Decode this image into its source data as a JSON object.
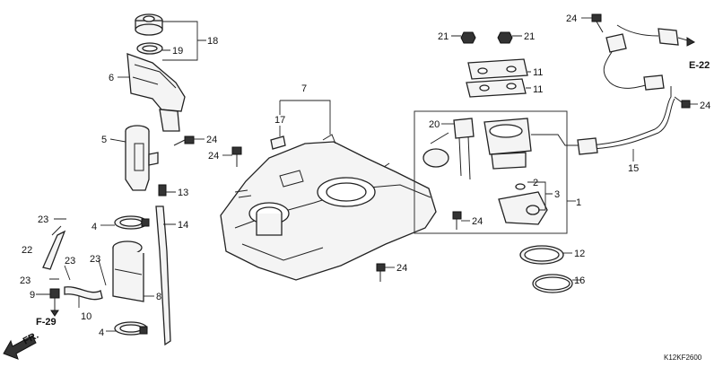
{
  "diagram": {
    "catalog_code": "K12KF2600",
    "direction_label": "FR.",
    "callouts": [
      {
        "id": "c1",
        "text": "1"
      },
      {
        "id": "c2",
        "text": "2"
      },
      {
        "id": "c3",
        "text": "3"
      },
      {
        "id": "c4a",
        "text": "4"
      },
      {
        "id": "c4b",
        "text": "4"
      },
      {
        "id": "c5",
        "text": "5"
      },
      {
        "id": "c6",
        "text": "6"
      },
      {
        "id": "c7",
        "text": "7"
      },
      {
        "id": "c8",
        "text": "8"
      },
      {
        "id": "c9",
        "text": "9"
      },
      {
        "id": "c10",
        "text": "10"
      },
      {
        "id": "c11a",
        "text": "11"
      },
      {
        "id": "c11b",
        "text": "11"
      },
      {
        "id": "c12",
        "text": "12"
      },
      {
        "id": "c13",
        "text": "13"
      },
      {
        "id": "c14",
        "text": "14"
      },
      {
        "id": "c15",
        "text": "15"
      },
      {
        "id": "c16",
        "text": "16"
      },
      {
        "id": "c17",
        "text": "17"
      },
      {
        "id": "c18",
        "text": "18"
      },
      {
        "id": "c19",
        "text": "19"
      },
      {
        "id": "c20",
        "text": "20"
      },
      {
        "id": "c21a",
        "text": "21"
      },
      {
        "id": "c21b",
        "text": "21"
      },
      {
        "id": "c22",
        "text": "22"
      },
      {
        "id": "c23a",
        "text": "23"
      },
      {
        "id": "c23b",
        "text": "23"
      },
      {
        "id": "c23c",
        "text": "23"
      },
      {
        "id": "c23d",
        "text": "23"
      },
      {
        "id": "c24a",
        "text": "24"
      },
      {
        "id": "c24b",
        "text": "24"
      },
      {
        "id": "c24c",
        "text": "24"
      },
      {
        "id": "c24d",
        "text": "24"
      },
      {
        "id": "c24e",
        "text": "24"
      },
      {
        "id": "c24f",
        "text": "24"
      }
    ],
    "references": [
      {
        "id": "f29",
        "text": "F-29"
      },
      {
        "id": "e22",
        "text": "E-22"
      }
    ]
  }
}
